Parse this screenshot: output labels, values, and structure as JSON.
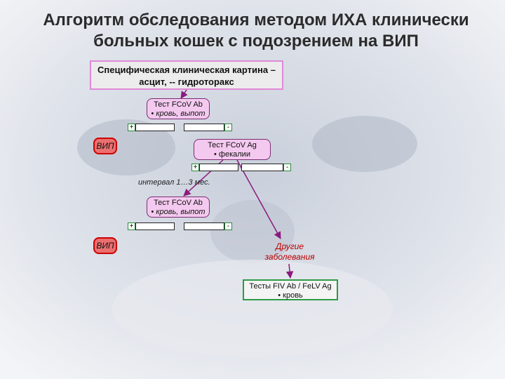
{
  "title": "Алгоритм обследования методом ИХА клинически больных кошек с подозрением на ВИП",
  "clinical": "Специфическая клиническая картина – асцит, -- гидроторакс",
  "test1": {
    "name": "Тест FCoV Ab",
    "sample": "• кровь, выпот"
  },
  "test2": {
    "name": "Тест FCoV Ag",
    "sample": "• фекалии"
  },
  "test3": {
    "name": "Тест FCoV Ab",
    "sample": "• кровь, выпот"
  },
  "positive_sign": "+",
  "negative_sign": "-",
  "vip1": "ВИП",
  "vip2": "ВИП",
  "interval": "интервал 1…3 мес.",
  "other_diseases": "Другие заболевания",
  "fiv_felv": {
    "name": "Тесты FIV Ab / FeLV Ag",
    "sample": "• кровь"
  },
  "colors": {
    "test_fill": "#f4c9ef",
    "vip_fill": "#ec6f6f",
    "arrow": "#8b1a7e",
    "fiv_border": "#2e9a45"
  }
}
